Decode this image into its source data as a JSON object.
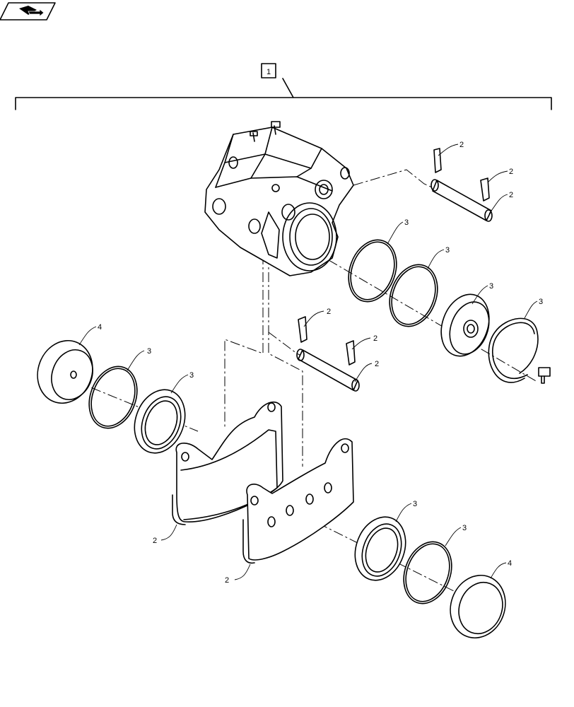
{
  "header": {
    "icon": "book-arrow-icon"
  },
  "assembly_box_label": "1",
  "callouts": [
    "2",
    "2",
    "2",
    "3",
    "3",
    "3",
    "3",
    "2",
    "2",
    "2",
    "4",
    "3",
    "3",
    "2",
    "2",
    "3",
    "3",
    "4"
  ]
}
